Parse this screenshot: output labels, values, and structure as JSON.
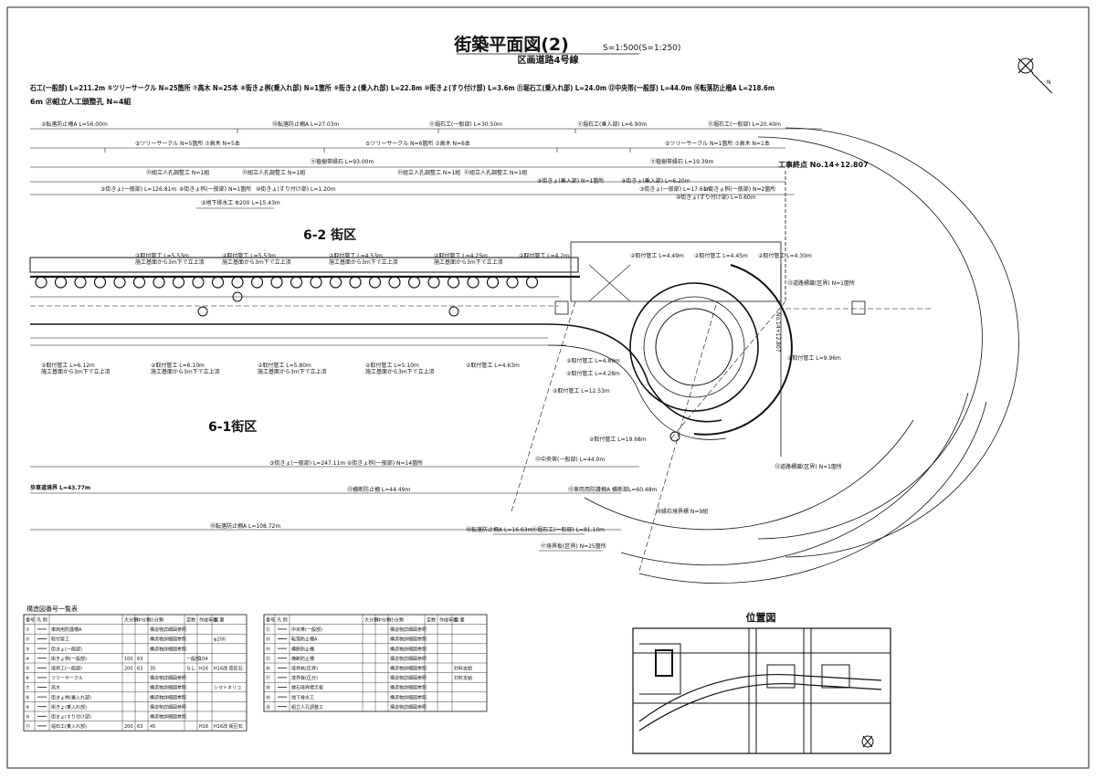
{
  "title": {
    "main": "街築平面図(2)",
    "scale": "S=1:500(S=1:250)",
    "subtitle": "区画道路4号線"
  },
  "summary": {
    "line1": "石工(一般部) L=211.2m ⑤ツリーサークル N=25箇所 ⑦高木 N=25本 ⑧街きょ桝(乗入れ部) N=1箇所 ⑨街きょ(乗入れ部) L=22.8m ⑩街きょ(すり付け部) L=3.6m ⑪堀石工(乗入れ部) L=24.0m ⑫中央帯(一般部) L=44.0m ⑯転落防止柵A L=218.6m",
    "line2": "6m ㉑組立人工頭整孔 N=4組"
  },
  "zones": {
    "upper": "6-2 街区",
    "lower": "6-1街区"
  },
  "construction_end": "工事終点 No.14+12.807",
  "station_label": "No.14+12.807",
  "upper_dims": [
    "②転落防止柵A L=56.00m",
    "⑯転落防止柵A L=27.03m",
    "⑪堀石工(一般部) L=30.50m",
    "⑪堀石工(乗入部) L=6.90m",
    "⑪堀石工(一般部) L=20.40m",
    "⑤ツリーサークル N=5箇所 ⑦高木 N=5本",
    "⑤ツリーサークル N=6箇所 ⑦高木 N=6本",
    "⑤ツリーサークル N=1箇所 ⑦高木 N=1本",
    "⑪植樹帯縁石 L=93.00m",
    "⑪植樹帯縁石 L=19.39m",
    "㉑組立人孔調整工 N=1組",
    "③街きょ(一般部) L=126.81m",
    "⑧街きょ桝(一般部) N=1箇所",
    "⑩街きょ(すり付け部) L=1.20m",
    "⑨街きょ(乗入部) N=1箇所",
    "⑨街きょ(乗入部) L=6.20m",
    "③街きょ(一般部) L=17.61m",
    "⑥街きょ桝(一般部) N=2箇所",
    "⑩街きょ(すり付け部) L=0.60m",
    "③地下排水工 Φ200 L=15.43m"
  ],
  "pipe_labels": [
    "②取付管工 L=5.53m",
    "②取付管工 L=5.53m",
    "②取付管工 L=4.53m",
    "②取付管工 L=4.25m",
    "②取付管工 L=4.2m",
    "②取付管工 L=4.49m",
    "②取付管工 L=4.45m",
    "②取付管工 L=4.30m",
    "施工基面から3m下で立上済"
  ],
  "lower_pipe_labels": [
    "②取付管工 L=6.12m",
    "②取付管工 L=6.10m",
    "②取付管工 L=5.10m",
    "②取付管工 L=5.80m",
    "②取付管工 L=4.63m",
    "②取付管工 L=4.89m",
    "②取付管工 L=4.28m",
    "②取付管工 L=12.53m",
    "②取付管工 L=19.68m",
    "②取付管工 L=9.96m"
  ],
  "lower_dims": [
    "③街きょ(一般部) L=247.11m",
    "⑥街きょ桝(一般部) N=14箇所",
    "⑫中央帯(一般部) L=44.0m",
    "⑬横断防止柵 L=44.49m",
    "⑬車両用防護柵A 横断部L=60.48m",
    "⑱縁石境界標 N=9組",
    "⑯転落防止柵A L=108.72m",
    "⑯転落防止柵A L=16.63m",
    "⑪堀石工(一般部) L=81.10m",
    "⑰境界板(区界) N=25箇所",
    "⑬道路標識(区界) N=1箇所",
    "歩車道境界 L=43.77m"
  ],
  "location_map": {
    "title": "位置図"
  },
  "legend_left": {
    "title": "構造図番号一覧表",
    "headers": [
      "番号",
      "凡 例",
      "",
      "大分類",
      "中分類",
      "小分類",
      "変数",
      "作成年度",
      "摘 要"
    ],
    "rows": [
      [
        "①",
        "",
        "車両用防護柵A",
        "",
        "",
        "構造物詳細図参照",
        "",
        "",
        ""
      ],
      [
        "②",
        "",
        "取付管工",
        "",
        "",
        "構造物詳細図参照",
        "",
        "",
        "φ200"
      ],
      [
        "③",
        "",
        "街きょ(一般部)",
        "",
        "",
        "構造物詳細図参照",
        "",
        "",
        ""
      ],
      [
        "④",
        "",
        "街きょ桝(一般部)",
        "100",
        "63",
        "",
        "一般部",
        "104",
        ""
      ],
      [
        "⑤",
        "",
        "境界工(一般部)",
        "200",
        "63",
        "35",
        "なし",
        "H16",
        "H16改 街区石"
      ],
      [
        "⑥",
        "",
        "ツリーサークル",
        "",
        "",
        "構造物詳細図参照",
        "",
        "",
        ""
      ],
      [
        "⑦",
        "",
        "高木",
        "",
        "",
        "構造物詳細図参照",
        "",
        "",
        "シマトネリコ"
      ],
      [
        "⑧",
        "",
        "街きょ桝(乗入れ部)",
        "",
        "",
        "構造物詳細図参照",
        "",
        "",
        ""
      ],
      [
        "⑨",
        "",
        "街きょ(乗入れ部)",
        "",
        "",
        "構造物詳細図参照",
        "",
        "",
        ""
      ],
      [
        "⑩",
        "",
        "街きょ(すり付け部)",
        "",
        "",
        "構造物詳細図参照",
        "",
        "",
        ""
      ],
      [
        "⑪",
        "",
        "堀石工(乗入れ部)",
        "200",
        "63",
        "45",
        "",
        "H16",
        "H16改 街区石"
      ]
    ]
  },
  "legend_right": {
    "headers": [
      "番号",
      "凡 例",
      "",
      "大分類",
      "中分類",
      "小分類",
      "変数",
      "作成年度",
      "摘 要"
    ],
    "rows": [
      [
        "⑫",
        "",
        "中央帯(一般部)",
        "",
        "",
        "構造物詳細図参照",
        "",
        "",
        ""
      ],
      [
        "⑬",
        "",
        "転落防止柵A",
        "",
        "",
        "構造物詳細図参照",
        "",
        "",
        ""
      ],
      [
        "⑭",
        "",
        "横断防止柵",
        "",
        "",
        "構造物詳細図参照",
        "",
        "",
        ""
      ],
      [
        "⑮",
        "",
        "横断防止柵",
        "",
        "",
        "構造物詳細図参照",
        "",
        "",
        ""
      ],
      [
        "⑯",
        "",
        "境界杭(区界)",
        "",
        "",
        "構造物詳細図参照",
        "",
        "",
        "対料支給"
      ],
      [
        "⑰",
        "",
        "境界板(区分)",
        "",
        "",
        "構造物詳細図参照",
        "",
        "",
        "対料支給"
      ],
      [
        "⑱",
        "",
        "縁石境界標示板",
        "",
        "",
        "構造物詳細図参照",
        "",
        "",
        ""
      ],
      [
        "⑲",
        "",
        "地下排水工",
        "",
        "",
        "構造物詳細図参照",
        "",
        "",
        ""
      ],
      [
        "⑳",
        "",
        "組立人孔調整工",
        "",
        "",
        "構造物詳細図参照",
        "",
        "",
        ""
      ]
    ]
  }
}
